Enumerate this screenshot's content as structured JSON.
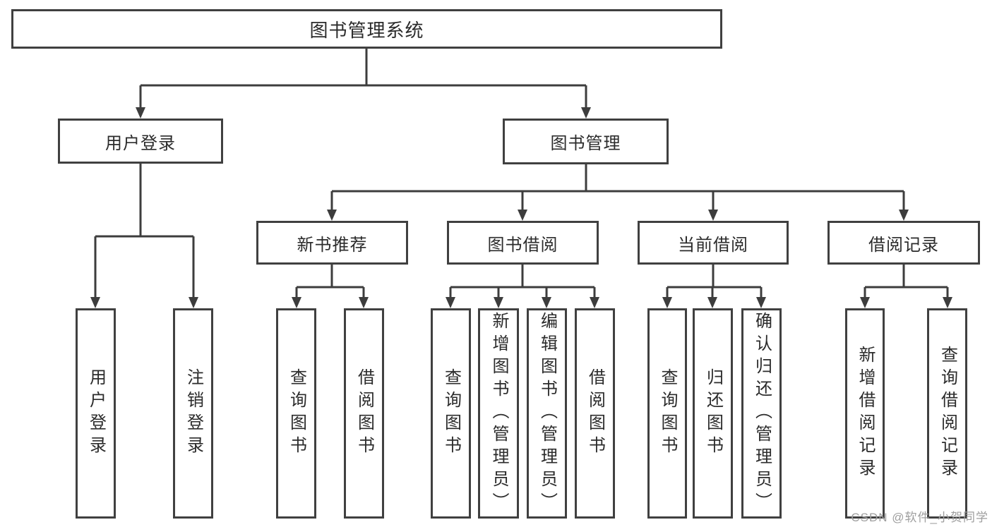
{
  "diagram": {
    "root": {
      "label": "图书管理系统"
    },
    "level2": [
      {
        "label": "用户登录"
      },
      {
        "label": "图书管理"
      }
    ],
    "level3": [
      {
        "label": "新书推荐"
      },
      {
        "label": "图书借阅"
      },
      {
        "label": "当前借阅"
      },
      {
        "label": "借阅记录"
      }
    ],
    "leaves": {
      "user_login": [
        "用户登录",
        "注销登录"
      ],
      "new_books": [
        "查询图书",
        "借阅图书"
      ],
      "book_borrow": [
        "查询图书",
        "新增图书（管理员）",
        "编辑图书（管理员）",
        "借阅图书"
      ],
      "current_borrow": [
        "查询图书",
        "归还图书",
        "确认归还（管理员）"
      ],
      "records": [
        "新增借阅记录",
        "查询借阅记录"
      ]
    }
  },
  "watermark": {
    "text": "CSDN @软件_小贺同学"
  },
  "colors": {
    "line": "#3d3d3d",
    "box_border": "#404040",
    "text": "#2b2b2b",
    "watermark": "#9e9e9e",
    "background": "#ffffff"
  }
}
